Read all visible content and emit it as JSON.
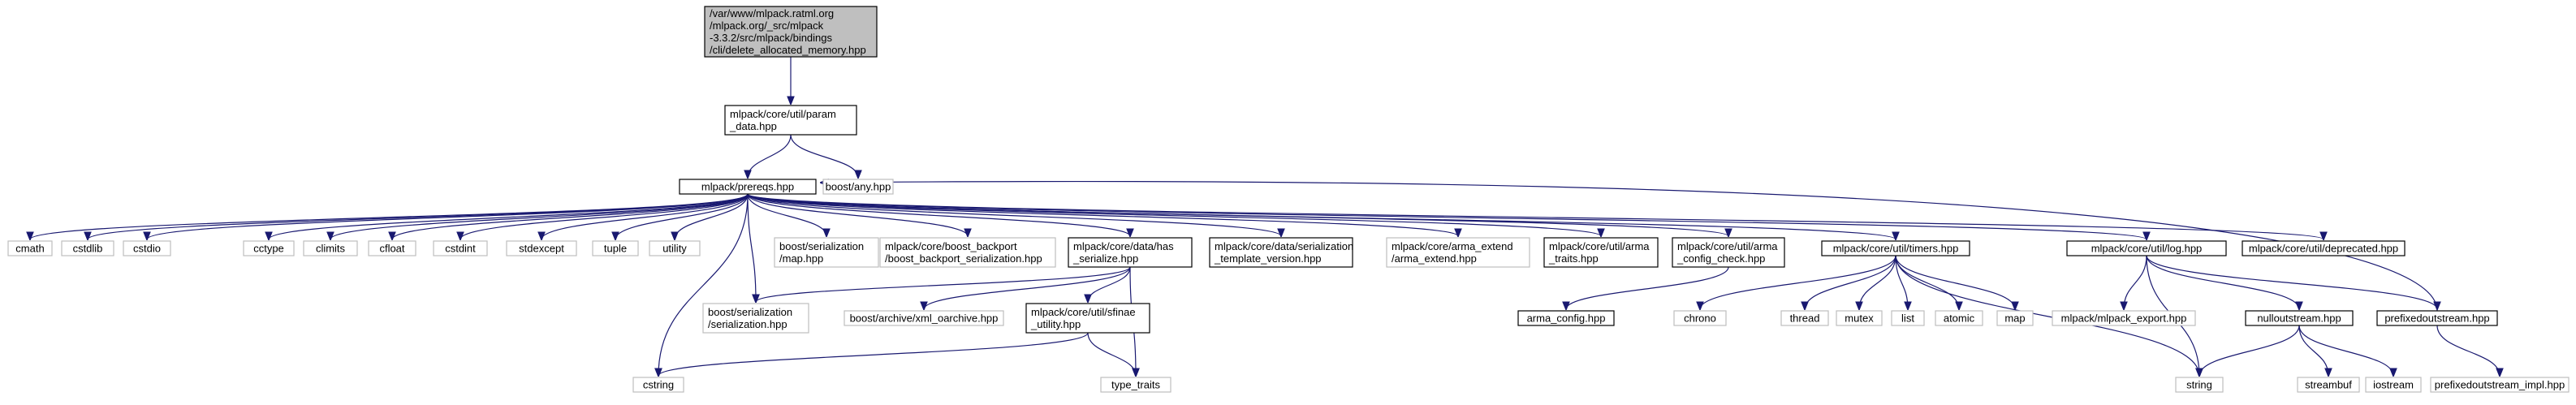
{
  "colors": {
    "edge": "#191970",
    "root_fill": "#bfbfbf",
    "external_border": "#bfbfbf",
    "node_border": "#000000"
  },
  "nodes": [
    {
      "id": "root",
      "lines": [
        "/var/www/mlpack.ratml.org",
        "/mlpack.org/_src/mlpack",
        "-3.3.2/src/mlpack/bindings",
        "/cli/delete_allocated_memory.hpp"
      ],
      "kind": "root"
    },
    {
      "id": "param_data",
      "lines": [
        "mlpack/core/util/param",
        "_data.hpp"
      ],
      "kind": "normal"
    },
    {
      "id": "prereqs",
      "lines": [
        "mlpack/prereqs.hpp"
      ],
      "kind": "normal"
    },
    {
      "id": "boost_any",
      "lines": [
        "boost/any.hpp"
      ],
      "kind": "ext"
    },
    {
      "id": "cmath",
      "lines": [
        "cmath"
      ],
      "kind": "ext"
    },
    {
      "id": "cstdlib",
      "lines": [
        "cstdlib"
      ],
      "kind": "ext"
    },
    {
      "id": "cstdio",
      "lines": [
        "cstdio"
      ],
      "kind": "ext"
    },
    {
      "id": "cctype",
      "lines": [
        "cctype"
      ],
      "kind": "ext"
    },
    {
      "id": "climits",
      "lines": [
        "climits"
      ],
      "kind": "ext"
    },
    {
      "id": "cfloat",
      "lines": [
        "cfloat"
      ],
      "kind": "ext"
    },
    {
      "id": "cstdint",
      "lines": [
        "cstdint"
      ],
      "kind": "ext"
    },
    {
      "id": "stdexcept",
      "lines": [
        "stdexcept"
      ],
      "kind": "ext"
    },
    {
      "id": "tuple",
      "lines": [
        "tuple"
      ],
      "kind": "ext"
    },
    {
      "id": "utility",
      "lines": [
        "utility"
      ],
      "kind": "ext"
    },
    {
      "id": "boost_ser_map",
      "lines": [
        "boost/serialization",
        "/map.hpp"
      ],
      "kind": "ext"
    },
    {
      "id": "boost_backport",
      "lines": [
        "mlpack/core/boost_backport",
        "/boost_backport_serialization.hpp"
      ],
      "kind": "ext"
    },
    {
      "id": "has_serialize",
      "lines": [
        "mlpack/core/data/has",
        "_serialize.hpp"
      ],
      "kind": "normal"
    },
    {
      "id": "ser_template",
      "lines": [
        "mlpack/core/data/serialization",
        "_template_version.hpp"
      ],
      "kind": "normal"
    },
    {
      "id": "arma_extend",
      "lines": [
        "mlpack/core/arma_extend",
        "/arma_extend.hpp"
      ],
      "kind": "ext"
    },
    {
      "id": "arma_traits",
      "lines": [
        "mlpack/core/util/arma",
        "_traits.hpp"
      ],
      "kind": "normal"
    },
    {
      "id": "arma_config_check",
      "lines": [
        "mlpack/core/util/arma",
        "_config_check.hpp"
      ],
      "kind": "normal"
    },
    {
      "id": "timers",
      "lines": [
        "mlpack/core/util/timers.hpp"
      ],
      "kind": "normal"
    },
    {
      "id": "log",
      "lines": [
        "mlpack/core/util/log.hpp"
      ],
      "kind": "normal"
    },
    {
      "id": "deprecated",
      "lines": [
        "mlpack/core/util/deprecated.hpp"
      ],
      "kind": "normal"
    },
    {
      "id": "boost_serialization",
      "lines": [
        "boost/serialization",
        "/serialization.hpp"
      ],
      "kind": "ext"
    },
    {
      "id": "xml_oarchive",
      "lines": [
        "boost/archive/xml_oarchive.hpp"
      ],
      "kind": "ext"
    },
    {
      "id": "sfinae",
      "lines": [
        "mlpack/core/util/sfinae",
        "_utility.hpp"
      ],
      "kind": "normal"
    },
    {
      "id": "arma_config",
      "lines": [
        "arma_config.hpp"
      ],
      "kind": "normal"
    },
    {
      "id": "chrono",
      "lines": [
        "chrono"
      ],
      "kind": "ext"
    },
    {
      "id": "thread",
      "lines": [
        "thread"
      ],
      "kind": "ext"
    },
    {
      "id": "mutex",
      "lines": [
        "mutex"
      ],
      "kind": "ext"
    },
    {
      "id": "list",
      "lines": [
        "list"
      ],
      "kind": "ext"
    },
    {
      "id": "atomic",
      "lines": [
        "atomic"
      ],
      "kind": "ext"
    },
    {
      "id": "map",
      "lines": [
        "map"
      ],
      "kind": "ext"
    },
    {
      "id": "mlpack_export",
      "lines": [
        "mlpack/mlpack_export.hpp"
      ],
      "kind": "ext"
    },
    {
      "id": "nulloutstream",
      "lines": [
        "nulloutstream.hpp"
      ],
      "kind": "normal"
    },
    {
      "id": "prefixedoutstream",
      "lines": [
        "prefixedoutstream.hpp"
      ],
      "kind": "normal"
    },
    {
      "id": "cstring",
      "lines": [
        "cstring"
      ],
      "kind": "ext"
    },
    {
      "id": "type_traits",
      "lines": [
        "type_traits"
      ],
      "kind": "ext"
    },
    {
      "id": "string",
      "lines": [
        "string"
      ],
      "kind": "ext"
    },
    {
      "id": "streambuf",
      "lines": [
        "streambuf"
      ],
      "kind": "ext"
    },
    {
      "id": "iostream",
      "lines": [
        "iostream"
      ],
      "kind": "ext"
    },
    {
      "id": "prefixed_impl",
      "lines": [
        "prefixedoutstream_impl.hpp"
      ],
      "kind": "ext"
    }
  ],
  "edges": [
    [
      "root",
      "param_data"
    ],
    [
      "param_data",
      "prereqs"
    ],
    [
      "param_data",
      "boost_any"
    ],
    [
      "prereqs",
      "cmath"
    ],
    [
      "prereqs",
      "cstdlib"
    ],
    [
      "prereqs",
      "cstdio"
    ],
    [
      "prereqs",
      "cctype"
    ],
    [
      "prereqs",
      "climits"
    ],
    [
      "prereqs",
      "cfloat"
    ],
    [
      "prereqs",
      "cstdint"
    ],
    [
      "prereqs",
      "stdexcept"
    ],
    [
      "prereqs",
      "tuple"
    ],
    [
      "prereqs",
      "utility"
    ],
    [
      "prereqs",
      "cstring"
    ],
    [
      "prereqs",
      "boost_serialization"
    ],
    [
      "prereqs",
      "boost_ser_map"
    ],
    [
      "prereqs",
      "boost_backport"
    ],
    [
      "prereqs",
      "has_serialize"
    ],
    [
      "prereqs",
      "ser_template"
    ],
    [
      "prereqs",
      "arma_extend"
    ],
    [
      "prereqs",
      "arma_traits"
    ],
    [
      "prereqs",
      "arma_config_check"
    ],
    [
      "prereqs",
      "timers"
    ],
    [
      "prereqs",
      "log"
    ],
    [
      "prereqs",
      "deprecated"
    ],
    [
      "has_serialize",
      "boost_serialization"
    ],
    [
      "has_serialize",
      "xml_oarchive"
    ],
    [
      "has_serialize",
      "sfinae"
    ],
    [
      "has_serialize",
      "type_traits"
    ],
    [
      "sfinae",
      "cstring"
    ],
    [
      "sfinae",
      "type_traits"
    ],
    [
      "arma_config_check",
      "arma_config"
    ],
    [
      "timers",
      "chrono"
    ],
    [
      "timers",
      "thread"
    ],
    [
      "timers",
      "mutex"
    ],
    [
      "timers",
      "list"
    ],
    [
      "timers",
      "atomic"
    ],
    [
      "timers",
      "map"
    ],
    [
      "timers",
      "string"
    ],
    [
      "log",
      "mlpack_export"
    ],
    [
      "log",
      "string"
    ],
    [
      "log",
      "nulloutstream"
    ],
    [
      "log",
      "prefixedoutstream"
    ],
    [
      "nulloutstream",
      "string"
    ],
    [
      "nulloutstream",
      "streambuf"
    ],
    [
      "nulloutstream",
      "iostream"
    ],
    [
      "prefixedoutstream",
      "prefixed_impl"
    ],
    [
      "prefixedoutstream",
      "prereqs"
    ]
  ]
}
